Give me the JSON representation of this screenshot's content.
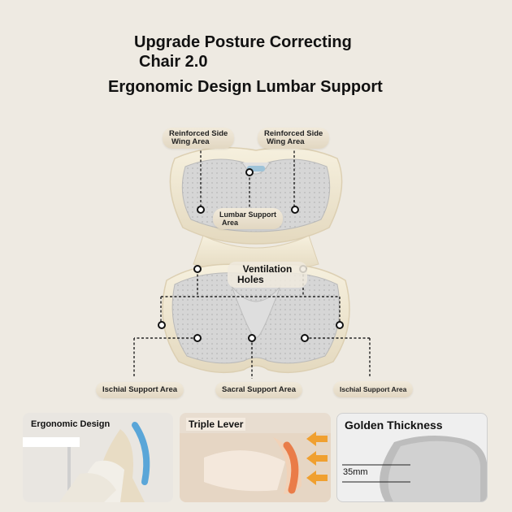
{
  "title": {
    "line1": "Upgrade Posture Correcting",
    "line2": "Chair 2.0",
    "subtitle": "Ergonomic Design Lumbar Support"
  },
  "labels": {
    "reinforced_left": {
      "line1": "Reinforced Side",
      "line2": "Wing Area"
    },
    "reinforced_right": {
      "line1": "Reinforced Side",
      "line2": "Wing Area"
    },
    "lumbar": {
      "line1": "Lumbar Support",
      "line2": "Area"
    },
    "ventilation": {
      "line1": "Ventilation",
      "line2": "Holes"
    },
    "ischial_left": "Ischial Support Area",
    "sacral": "Sacral Support Area",
    "ischial_right": "Ischial Support Area"
  },
  "features": {
    "ergonomic": "Ergonomic Design",
    "triple_lever": "Triple Lever",
    "golden_thickness": "Golden Thickness",
    "thickness_value": "35mm"
  },
  "colors": {
    "background": "#eeeae2",
    "cushion": "#d4d4d4",
    "frame": "#efe6cf",
    "pill": "#e6dcc6",
    "accent_orange": "#f0a030",
    "text": "#111111"
  }
}
